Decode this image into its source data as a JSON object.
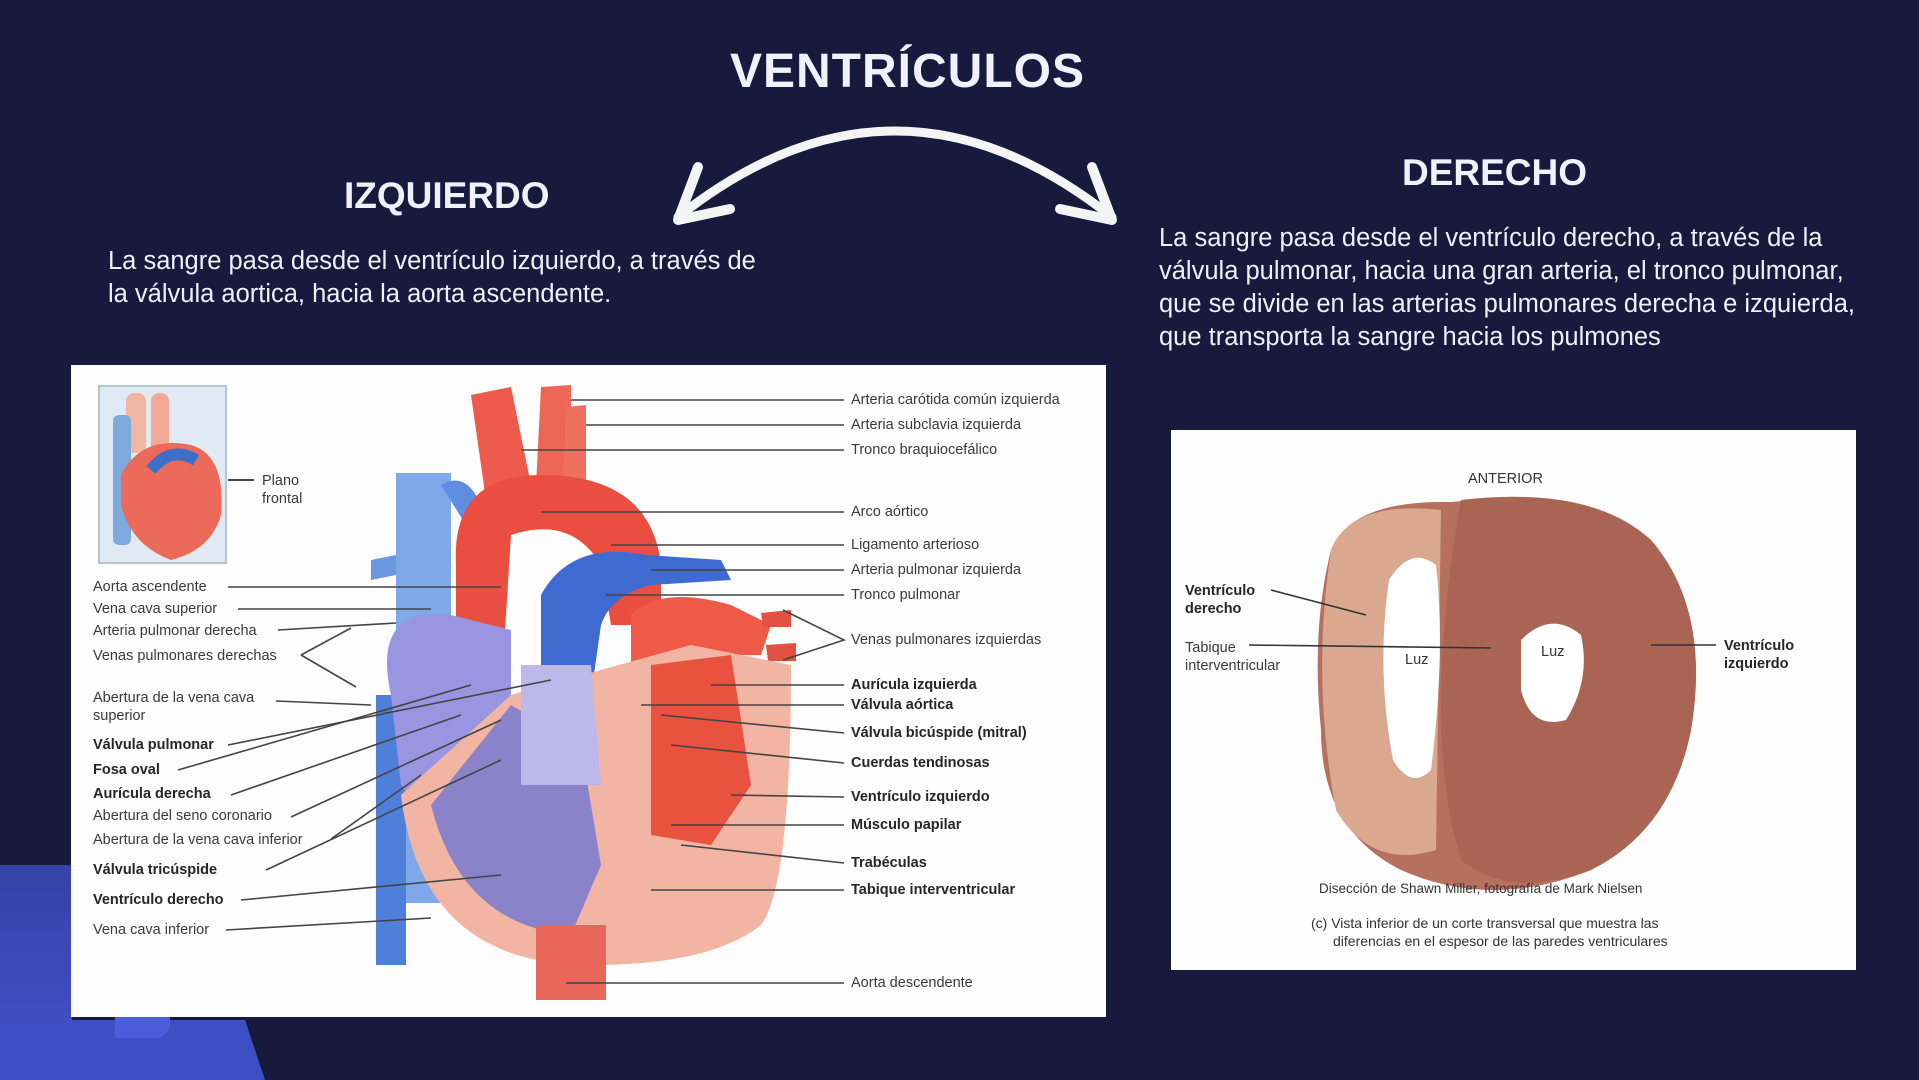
{
  "slide": {
    "title": "VENTRÍCULOS",
    "background_color": "#17193d",
    "accent_color": "#4152cc",
    "left": {
      "heading": "IZQUIERDO",
      "text": "La sangre pasa desde el ventrículo izquierdo, a través de la válvula aortica, hacia la aorta ascendente."
    },
    "right": {
      "heading": "DERECHO",
      "text": "La sangre pasa desde el ventrículo derecho, a través de la válvula pulmonar, hacia una gran arteria, el tronco pulmonar, que se divide en las arterias pulmonares derecha e izquierda, que transporta la sangre hacia los pulmones"
    }
  },
  "heart_diagram": {
    "inset_label": "Plano\nfrontal",
    "left_labels": [
      {
        "text": "Aorta ascendente",
        "bold": false
      },
      {
        "text": "Vena cava superior",
        "bold": false
      },
      {
        "text": "Arteria pulmonar derecha",
        "bold": false
      },
      {
        "text": "Venas pulmonares derechas",
        "bold": false
      },
      {
        "text": "Abertura de la vena cava superior",
        "bold": false
      },
      {
        "text": "Válvula pulmonar",
        "bold": true
      },
      {
        "text": "Fosa oval",
        "bold": true
      },
      {
        "text": "Aurícula derecha",
        "bold": true
      },
      {
        "text": "Abertura del seno coronario",
        "bold": false
      },
      {
        "text": "Abertura de la vena cava inferior",
        "bold": false
      },
      {
        "text": "Válvula tricúspide",
        "bold": true
      },
      {
        "text": "Ventrículo derecho",
        "bold": true
      },
      {
        "text": "Vena cava inferior",
        "bold": false
      }
    ],
    "right_labels": [
      {
        "text": "Arteria carótida común izquierda",
        "bold": false
      },
      {
        "text": "Arteria subclavia izquierda",
        "bold": false
      },
      {
        "text": "Tronco braquiocefálico",
        "bold": false
      },
      {
        "text": "Arco aórtico",
        "bold": false
      },
      {
        "text": "Ligamento arterioso",
        "bold": false
      },
      {
        "text": "Arteria pulmonar izquierda",
        "bold": false
      },
      {
        "text": "Tronco pulmonar",
        "bold": false
      },
      {
        "text": "Venas pulmonares izquierdas",
        "bold": false
      },
      {
        "text": "Aurícula izquierda",
        "bold": true
      },
      {
        "text": "Válvula aórtica",
        "bold": true
      },
      {
        "text": "Válvula bicúspide (mitral)",
        "bold": true
      },
      {
        "text": "Cuerdas tendinosas",
        "bold": true
      },
      {
        "text": "Ventrículo izquierdo",
        "bold": true
      },
      {
        "text": "Músculo papilar",
        "bold": true
      },
      {
        "text": "Trabéculas",
        "bold": true
      },
      {
        "text": "Tabique interventricular",
        "bold": true
      },
      {
        "text": "Aorta descendente",
        "bold": false
      }
    ]
  },
  "cross_section": {
    "top_label": "ANTERIOR",
    "labels": {
      "right_ventricle": "Ventrículo\nderecho",
      "septum": "Tabique\ninterventricular",
      "left_ventricle": "Ventrículo\nizquierdo",
      "lumen_right": "Luz",
      "lumen_left": "Luz"
    },
    "credit": "Disección de Shawn Miller, fotografía de Mark Nielsen",
    "caption_line1": "(c) Vista inferior de un corte transversal que muestra las",
    "caption_line2": "diferencias en el espesor de las paredes ventriculares"
  }
}
